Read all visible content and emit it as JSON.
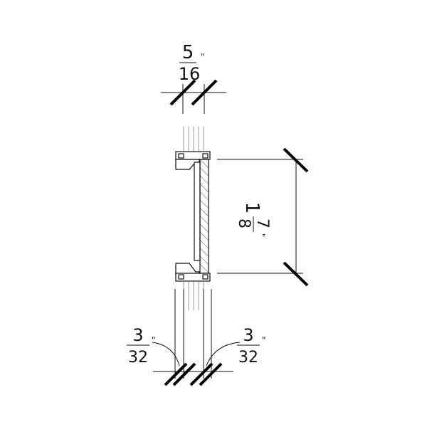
{
  "drawing": {
    "type": "channel section detail",
    "line_color": "#111111",
    "background": "#ffffff"
  },
  "dimensions": {
    "top_width": {
      "numerator": "5",
      "denominator": "16",
      "unit": "\""
    },
    "height": {
      "whole": "1",
      "numerator": "7",
      "denominator": "8",
      "unit": "\""
    },
    "bottom_left": {
      "numerator": "3",
      "denominator": "32",
      "unit": "\""
    },
    "bottom_right": {
      "numerator": "3",
      "denominator": "32",
      "unit": "\""
    }
  }
}
